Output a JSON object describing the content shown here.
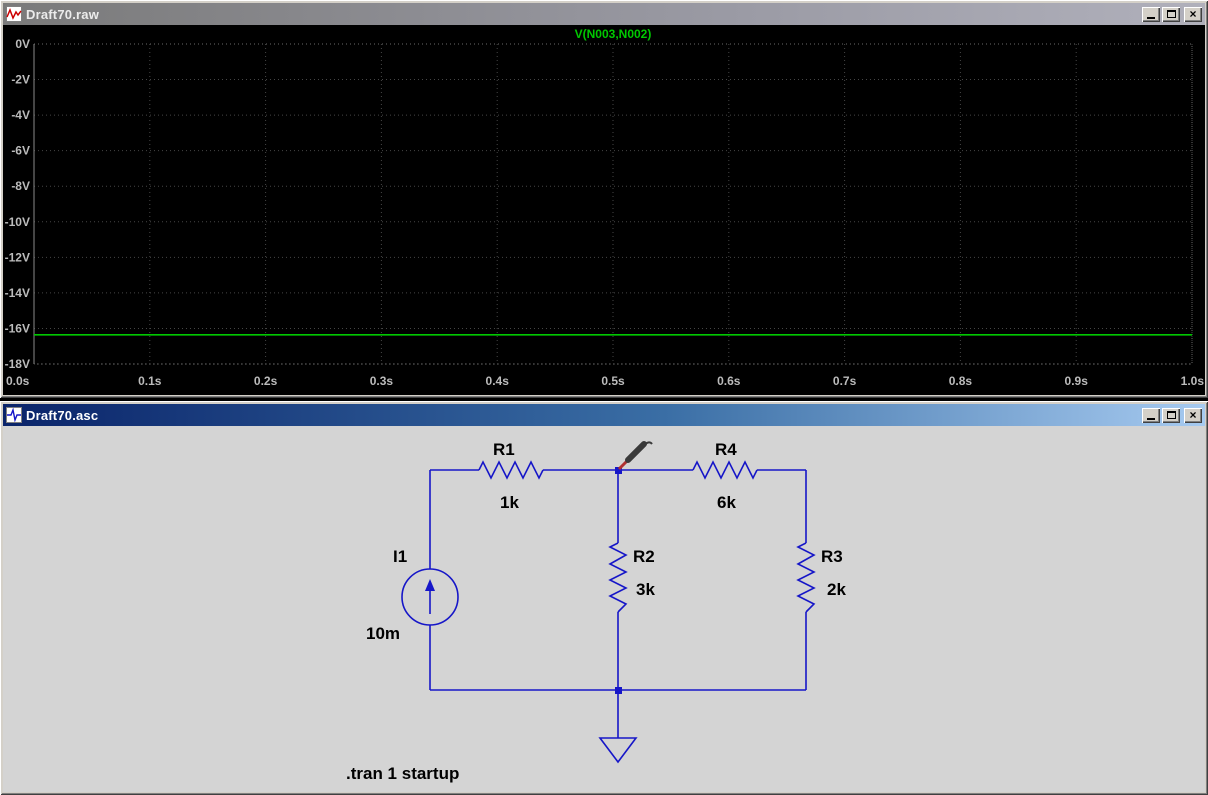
{
  "windows": {
    "waveform": {
      "title": "Draft70.raw",
      "state": "inactive"
    },
    "schematic": {
      "title": "Draft70.asc",
      "state": "active"
    }
  },
  "icons": {
    "waveform_window_icon": "waveform-icon",
    "schematic_window_icon": "schematic-icon",
    "minimize": "minimize-icon",
    "maximize": "maximize-icon",
    "close": "close-icon",
    "probe": "voltage-probe-cursor-icon"
  },
  "schematic": {
    "directive": ".tran 1 startup",
    "components": [
      {
        "ref": "R1",
        "value": "1k",
        "type": "resistor"
      },
      {
        "ref": "R4",
        "value": "6k",
        "type": "resistor"
      },
      {
        "ref": "R2",
        "value": "3k",
        "type": "resistor"
      },
      {
        "ref": "R3",
        "value": "2k",
        "type": "resistor"
      },
      {
        "ref": "I1",
        "value": "10m",
        "type": "current-source"
      }
    ]
  },
  "chart_data": {
    "type": "line",
    "title": "V(N003,N002)",
    "x_ticks": [
      "0.0s",
      "0.1s",
      "0.2s",
      "0.3s",
      "0.4s",
      "0.5s",
      "0.6s",
      "0.7s",
      "0.8s",
      "0.9s",
      "1.0s"
    ],
    "y_ticks": [
      "0V",
      "-2V",
      "-4V",
      "-6V",
      "-8V",
      "-10V",
      "-12V",
      "-14V",
      "-16V",
      "-18V"
    ],
    "xlim": [
      0,
      1
    ],
    "ylim": [
      -18,
      0
    ],
    "grid": true,
    "legend_position": "top-center",
    "series": [
      {
        "name": "V(N003,N002)",
        "color": "#00c800",
        "x": [
          0,
          1
        ],
        "values": [
          -16.36,
          -16.36
        ]
      }
    ]
  },
  "colors": {
    "wire_blue": "#1616c8",
    "trace_green": "#00c800",
    "plot_background": "#000000",
    "schematic_background": "#d4d4d4",
    "titlebar_active_start": "#0a246a",
    "titlebar_active_end": "#a6caf0",
    "titlebar_inactive_start": "#7a7a7a",
    "titlebar_inactive_end": "#b0b0bb"
  }
}
